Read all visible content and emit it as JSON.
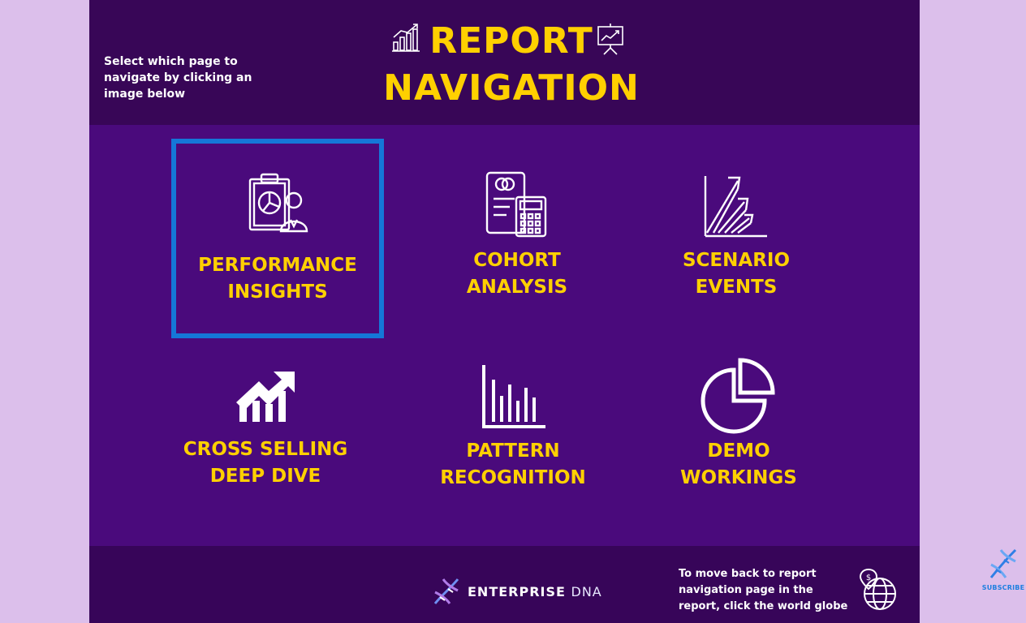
{
  "header": {
    "instructions": "Select which page to navigate by clicking an image below",
    "title_line1": "REPORT",
    "title_line2": "NAVIGATION"
  },
  "tiles": [
    {
      "line1": "PERFORMANCE",
      "line2": "INSIGHTS",
      "icon": "clipboard-pie-person-icon",
      "selected": true
    },
    {
      "line1": "COHORT",
      "line2": "ANALYSIS",
      "icon": "document-calculator-icon",
      "selected": false
    },
    {
      "line1": "SCENARIO",
      "line2": "EVENTS",
      "icon": "growth-arrows-icon",
      "selected": false
    },
    {
      "line1": "CROSS SELLING",
      "line2": "DEEP DIVE",
      "icon": "bar-trend-arrow-icon",
      "selected": false
    },
    {
      "line1": "PATTERN",
      "line2": "RECOGNITION",
      "icon": "bar-chart-icon",
      "selected": false
    },
    {
      "line1": "DEMO",
      "line2": "WORKINGS",
      "icon": "pie-chart-icon",
      "selected": false
    }
  ],
  "footer": {
    "brand_word1": "ENTERPRISE",
    "brand_word2": "DNA",
    "back_note": "To move back to report navigation page in the report, click the world globe"
  },
  "subscribe": {
    "label": "SUBSCRIBE"
  },
  "colors": {
    "accent_yellow": "#ffd000",
    "canvas_purple": "#4a0a7c",
    "header_purple": "#380657",
    "selection_blue": "#1577d8",
    "outer_background": "#dcbfeb"
  }
}
